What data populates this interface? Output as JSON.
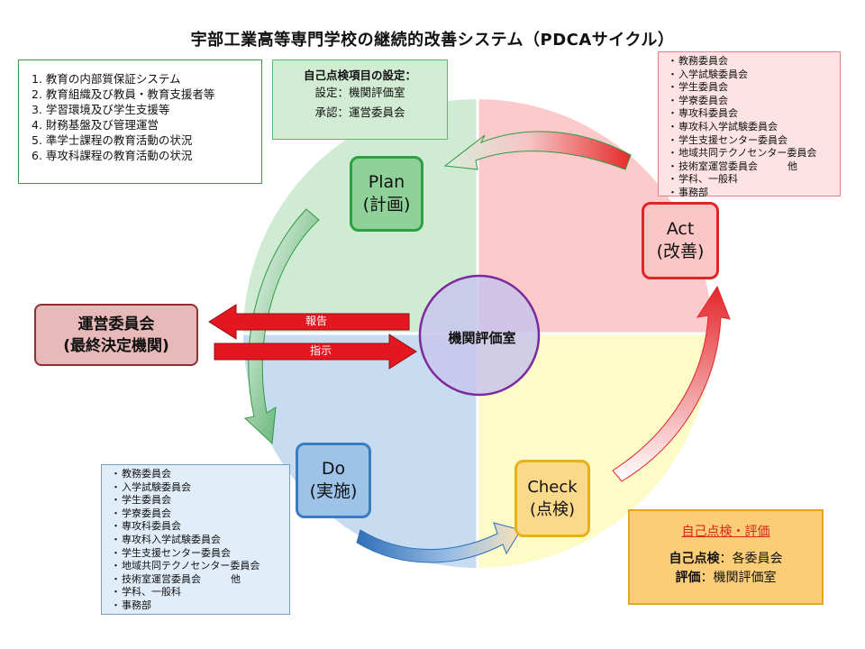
{
  "title": "宇部工業高等専門学校の継続的改善システム（PDCAサイクル）",
  "items": [
    "1.  教育の内部質保証システム",
    "2.  教育組織及び教員・教育支援者等",
    "3.  学習環境及び学生支援等",
    "4.  財務基盤及び管理運営",
    "5.  準学士課程の教育活動の状況",
    "6.  専攻科課程の教育活動の状況"
  ],
  "setting": {
    "heading": "自己点検項目の設定：",
    "setup": "設定：機関評価室",
    "approval": "承認：運営委員会"
  },
  "committees": [
    "教務委員会",
    "入学試験委員会",
    "学生委員会",
    "学寮委員会",
    "専攻科委員会",
    "専攻科入学試験委員会",
    "学生支援センター委員会",
    "地域共同テクノセンター委員会",
    "技術室運営委員会　　　他",
    "学科、一般科",
    "事務部"
  ],
  "phases": {
    "plan": {
      "name": "Plan",
      "jp": "(計画)"
    },
    "act": {
      "name": "Act",
      "jp": "(改善)"
    },
    "do": {
      "name": "Do",
      "jp": "(実施)"
    },
    "check": {
      "name": "Check",
      "jp": "(点検)"
    }
  },
  "center": "機関評価室",
  "steering": {
    "line1": "運営委員会",
    "line2": "(最終決定機関)"
  },
  "arrows": {
    "report": "報告",
    "direct": "指示"
  },
  "evaluation": {
    "heading": "自己点検・評価",
    "check_key": "自己点検",
    "check_val": "：各委員会",
    "eval_key": "評価",
    "eval_val": "：機関評価室"
  },
  "colors": {
    "plan": "#cfebd3",
    "act": "#fccaca",
    "do": "#c7dcf1",
    "check": "#fdfbc8",
    "circle": "#7a2a9a",
    "red_arrow": "#e4161f"
  }
}
